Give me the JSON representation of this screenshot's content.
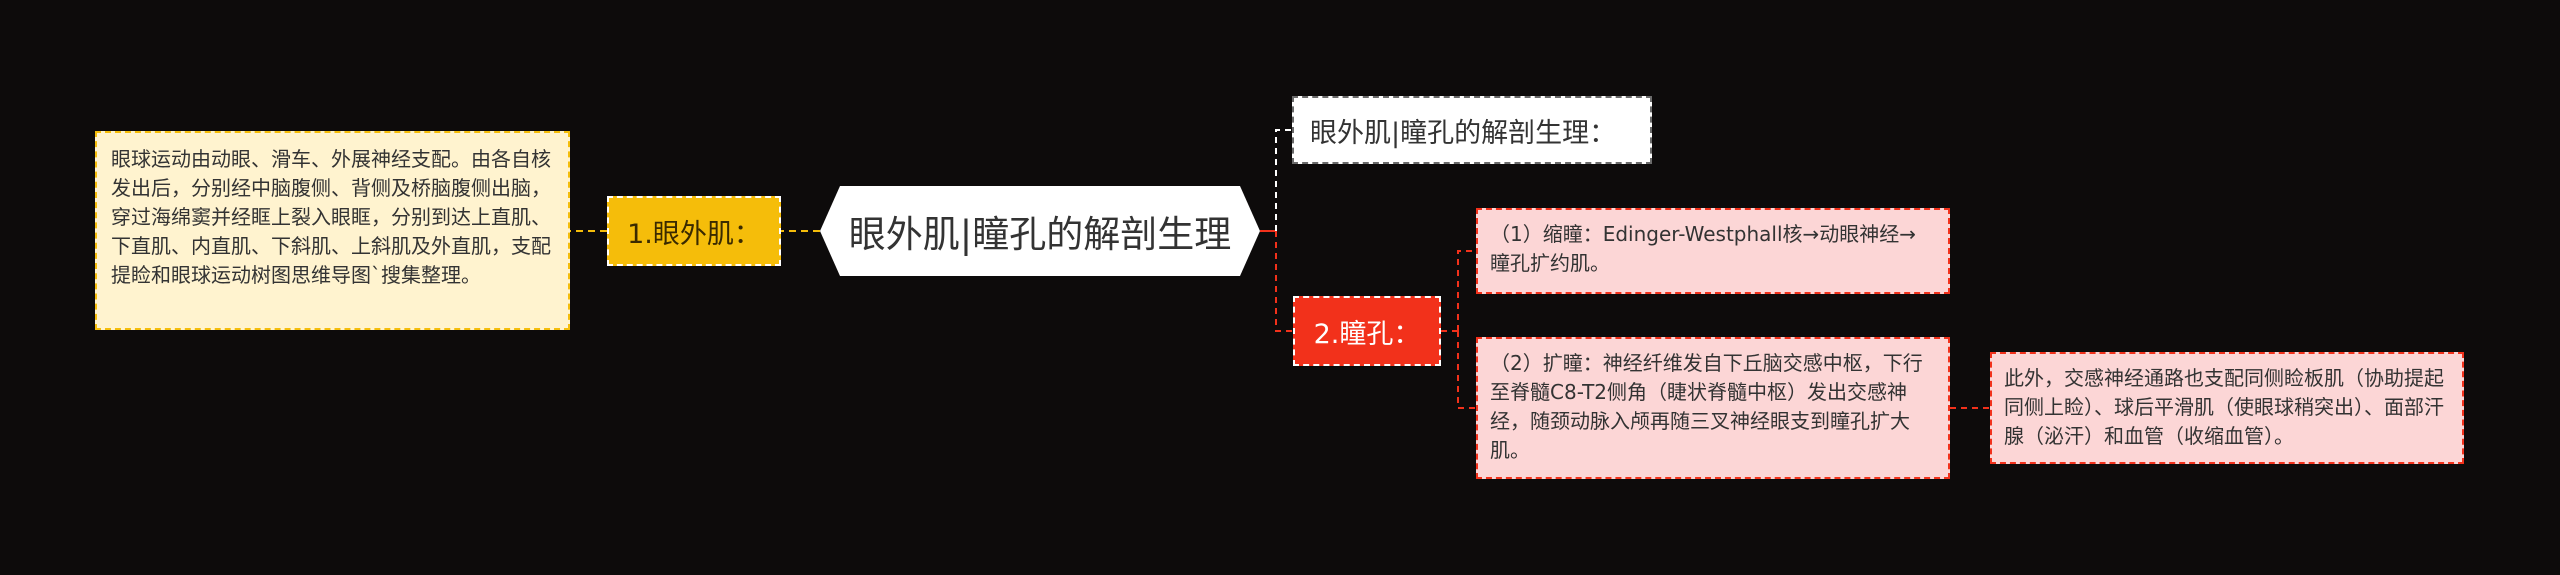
{
  "colors": {
    "background": "#0d0b0b",
    "yellow_accent": "#f5bd0a",
    "red_accent": "#f2311b",
    "pink_fill": "#fcd6d6",
    "cream_fill": "#fff3cf"
  },
  "mindmap": {
    "root": {
      "label": "眼外肌|瞳孔的解剖生理"
    },
    "left_branch": {
      "label": "1.眼外肌：",
      "detail": "眼球运动由动眼、滑车、外展神经支配。由各自核发出后，分别经中脑腹侧、背侧及桥脑腹侧出脑，穿过海绵窦并经眶上裂入眼眶，分别到达上直肌、下直肌、内直肌、下斜肌、上斜肌及外直肌，支配提睑和眼球运动树图思维导图`搜集整理。"
    },
    "right_top_branch": {
      "label": "眼外肌|瞳孔的解剖生理："
    },
    "right_red_branch": {
      "label": "2.瞳孔：",
      "children": [
        {
          "text": "（1）缩瞳：Edinger-Westphall核→动眼神经→瞳孔扩约肌。"
        },
        {
          "text": "（2）扩瞳：神经纤维发自下丘脑交感中枢，下行至脊髓C8-T2侧角（睫状脊髓中枢）发出交感神经，随颈动脉入颅再随三叉神经眼支到瞳孔扩大肌。",
          "child": {
            "text": "此外，交感神经通路也支配同侧睑板肌（协助提起同侧上睑）、球后平滑肌（使眼球稍突出）、面部汗腺（泌汗）和血管（收缩血管）。"
          }
        }
      ]
    }
  }
}
